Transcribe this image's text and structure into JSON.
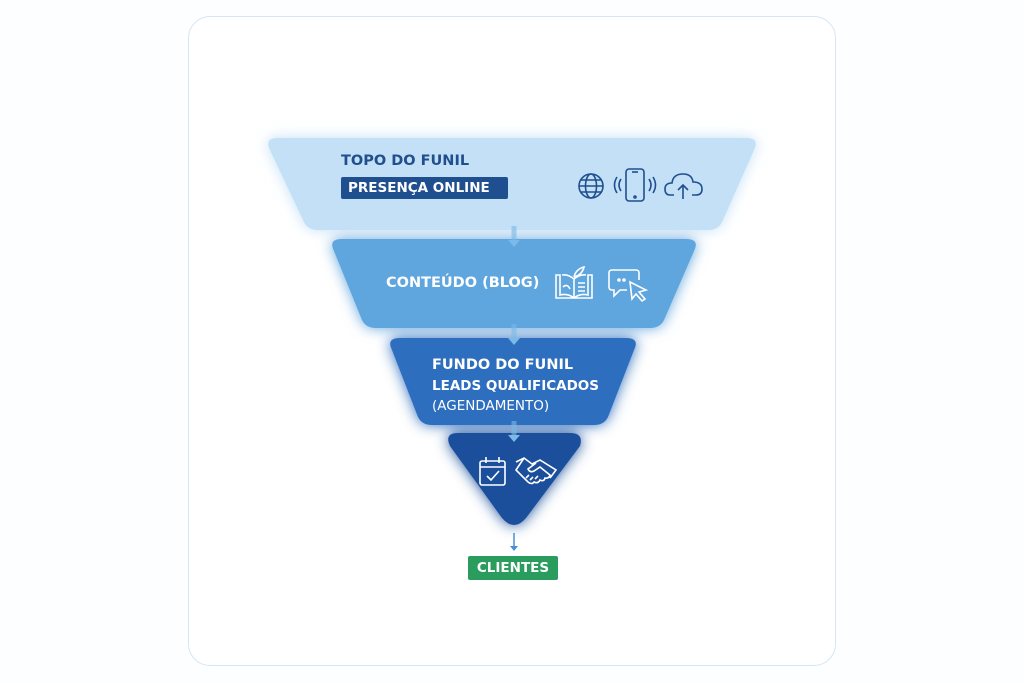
{
  "tiers": [
    {
      "title": "TOPO DO FUNIL",
      "subtitle": "PRESENÇA ONLINE",
      "icons": [
        "globe-icon",
        "smartphone-signal-icon",
        "cloud-upload-icon"
      ],
      "color": "#c3e0f6"
    },
    {
      "title": "CONTEÚDO (BLOG)",
      "icons": [
        "open-book-plant-icon",
        "chat-cursor-icon"
      ],
      "color": "#5fa5de"
    },
    {
      "title": "FUNDO DO FUNIL",
      "line2": "LEADS QUALIFICADOS",
      "line3": "(AGENDAMENTO)",
      "color": "#2d6ebe"
    },
    {
      "icons": [
        "calendar-check-icon",
        "handshake-icon"
      ],
      "color": "#1d4f9b"
    }
  ],
  "result": {
    "label": "CLIENTES",
    "color": "#2a9d5e"
  },
  "colors": {
    "navy_label": "#1f4f8f",
    "arrow": "#7bb9e8"
  }
}
